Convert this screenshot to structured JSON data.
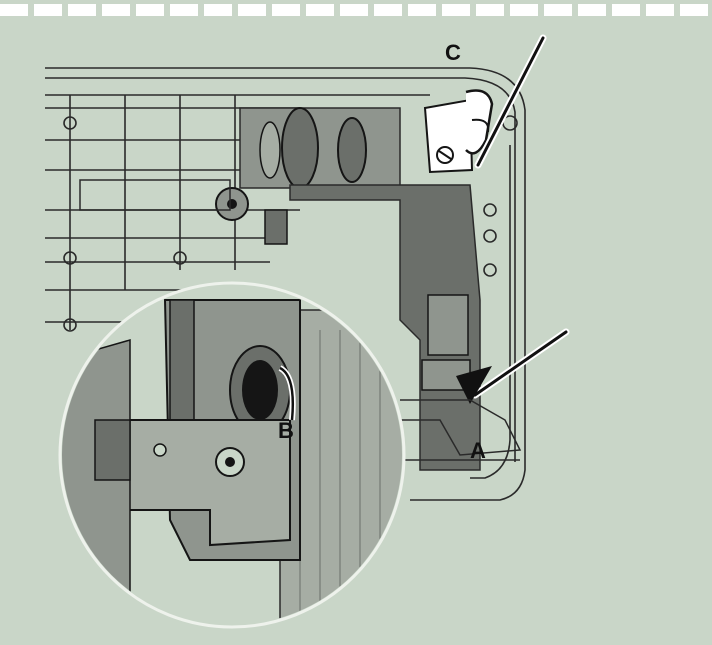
{
  "colors": {
    "background": "#c9d6c8",
    "line": "#2a2a2a",
    "dark": "#151515",
    "machine_shadow": "#6b6f6a",
    "machine_mid": "#8f958e",
    "dashes": "#ffffff",
    "circle": "#eef2ec",
    "probe": "#111111"
  },
  "callouts": {
    "a": "A",
    "b": "B",
    "c": "C"
  }
}
